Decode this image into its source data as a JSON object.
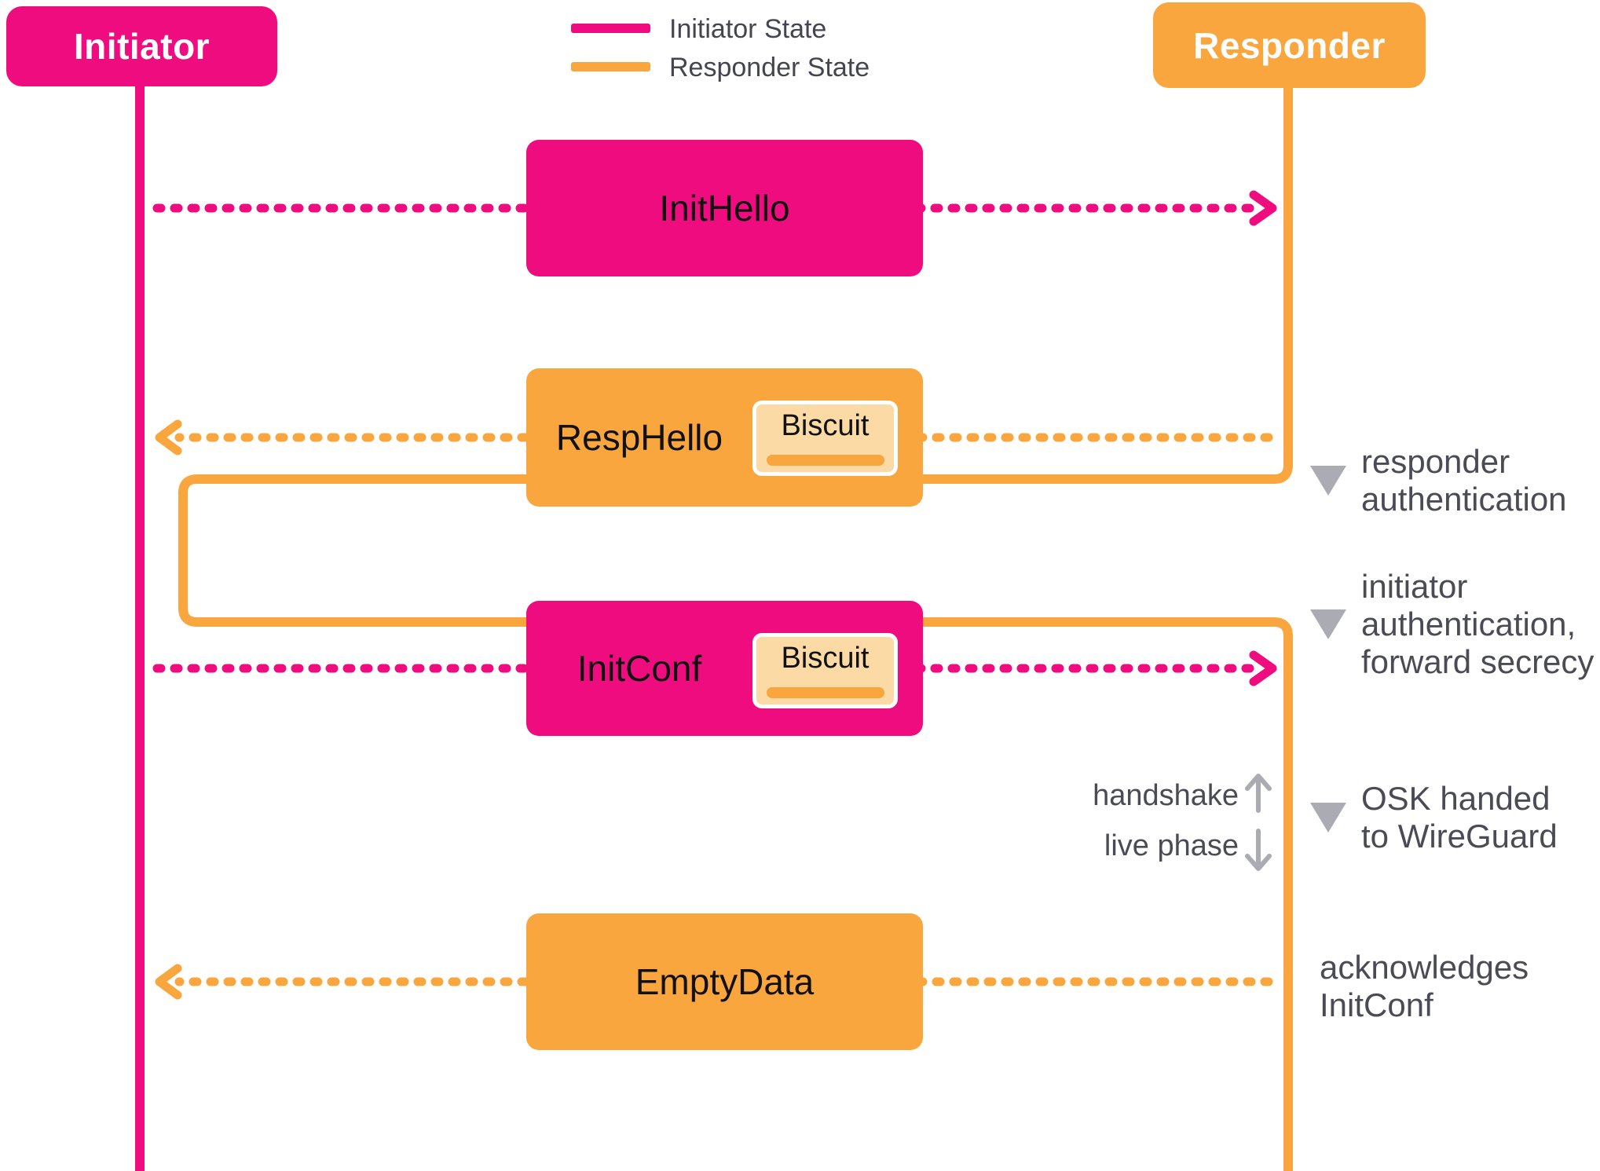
{
  "actors": {
    "initiator": "Initiator",
    "responder": "Responder"
  },
  "legend": {
    "initiator_state": "Initiator State",
    "responder_state": "Responder State"
  },
  "messages": {
    "init_hello": "InitHello",
    "resp_hello": "RespHello",
    "init_conf": "InitConf",
    "empty_data": "EmptyData",
    "biscuit": "Biscuit"
  },
  "annotations": {
    "responder_auth_l1": "responder",
    "responder_auth_l2": "authentication",
    "initiator_auth_l1": "initiator",
    "initiator_auth_l2": "authentication,",
    "initiator_auth_l3": "forward secrecy",
    "osk_l1": "OSK handed",
    "osk_l2": "to WireGuard",
    "ack_l1": "acknowledges",
    "ack_l2": "InitConf",
    "handshake": "handshake",
    "live_phase": "live phase"
  },
  "colors": {
    "initiator_color": "#EE0C7E",
    "responder_color": "#F9A63E",
    "biscuit_fill": "#FBDAA6",
    "message_text": "#111111",
    "annotation_text": "#4B4B55",
    "legend_text": "#45454F",
    "shape_gray": "#ABABB3",
    "background": "#FFFFFF"
  }
}
